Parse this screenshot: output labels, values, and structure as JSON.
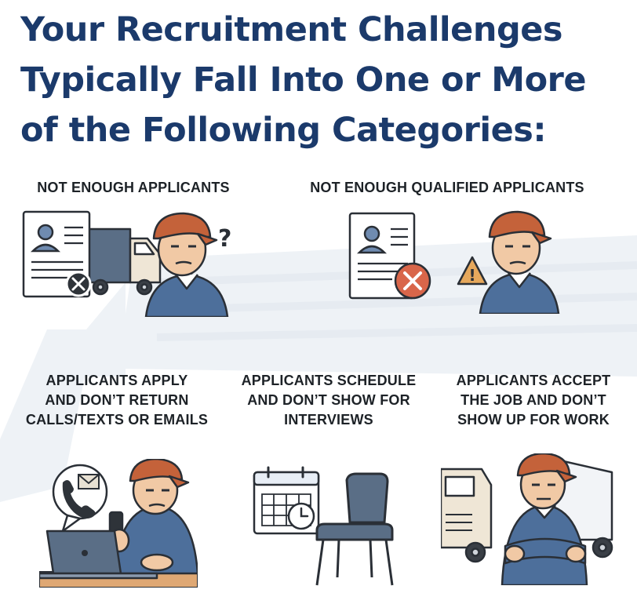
{
  "headline": {
    "line1": "Your Recruitment Challenges",
    "line2": "Typically Fall Into One or More",
    "line3": "of the Following Categories:"
  },
  "categories": [
    {
      "line1": "NOT ENOUGH APPLICANTS",
      "illustration": "resume-truck-confused-driver"
    },
    {
      "line1": "NOT ENOUGH QUALIFIED APPLICANTS",
      "illustration": "resume-rejected-warning-driver"
    },
    {
      "line1": "APPLICANTS APPLY",
      "line2": "AND DON’T RETURN",
      "line3": "CALLS/TEXTS OR EMAILS",
      "illustration": "driver-phone-laptop"
    },
    {
      "line1": "APPLICANTS SCHEDULE",
      "line2": "AND DON’T SHOW FOR",
      "line3": "INTERVIEWS",
      "illustration": "calendar-empty-chair"
    },
    {
      "line1": "APPLICANTS ACCEPT",
      "line2": "THE JOB AND DON’T",
      "line3": "SHOW UP FOR WORK",
      "illustration": "driver-arms-crossed-truck"
    }
  ],
  "glyphs": {
    "question": "?",
    "warning": "!"
  },
  "icons": [
    "resume-icon",
    "reject-x-icon",
    "truck-icon",
    "warning-icon",
    "envelope-icon",
    "phone-icon",
    "calendar-icon",
    "clock-icon",
    "chair-icon",
    "laptop-icon"
  ],
  "colors": {
    "headline": "#1b3a6b",
    "label": "#1d2227",
    "cap": "#c4623a",
    "shirt": "#4d6f9b",
    "skin": "#f1c9a5",
    "reject": "#d9664a",
    "warning": "#e6a85c",
    "background_art": "#e8edf3"
  }
}
